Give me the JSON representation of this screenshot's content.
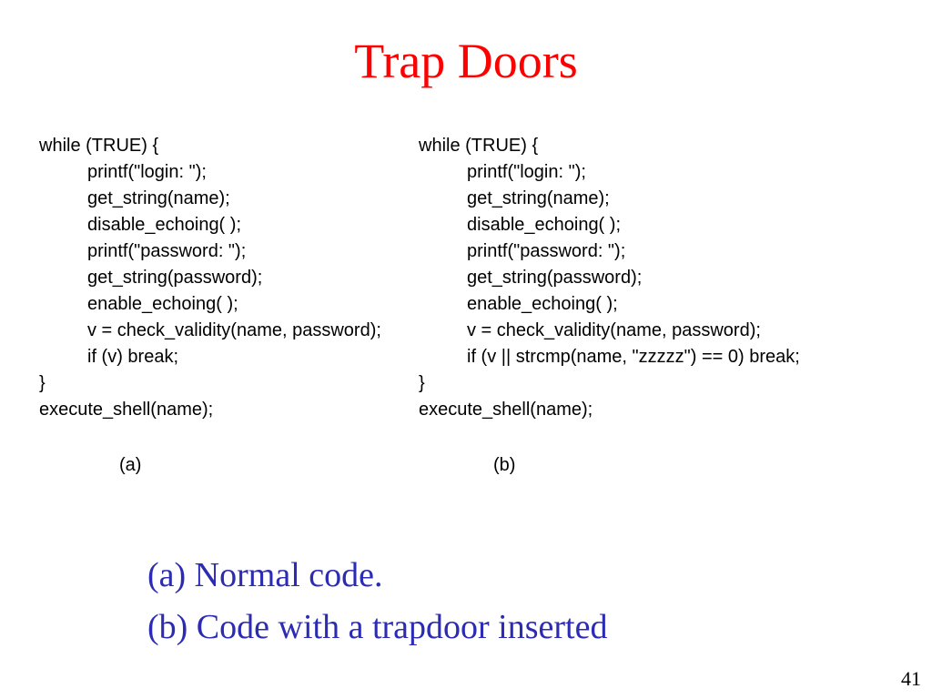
{
  "slide": {
    "title": "Trap Doors",
    "page_number": "41"
  },
  "code_a": {
    "label": "(a)",
    "lines": [
      {
        "text": "while (TRUE) {",
        "indent": false
      },
      {
        "text": "printf(\"login: \");",
        "indent": true
      },
      {
        "text": "get_string(name);",
        "indent": true
      },
      {
        "text": "disable_echoing( );",
        "indent": true
      },
      {
        "text": "printf(\"password: \");",
        "indent": true
      },
      {
        "text": "get_string(password);",
        "indent": true
      },
      {
        "text": "enable_echoing( );",
        "indent": true
      },
      {
        "text": "v = check_validity(name, password);",
        "indent": true
      },
      {
        "text": "if (v) break;",
        "indent": true
      },
      {
        "text": "}",
        "indent": false
      },
      {
        "text": "execute_shell(name);",
        "indent": false
      }
    ]
  },
  "code_b": {
    "label": "(b)",
    "lines": [
      {
        "text": "while (TRUE) {",
        "indent": false
      },
      {
        "text": "printf(\"login: \");",
        "indent": true
      },
      {
        "text": "get_string(name);",
        "indent": true
      },
      {
        "text": "disable_echoing( );",
        "indent": true
      },
      {
        "text": "printf(\"password: \");",
        "indent": true
      },
      {
        "text": "get_string(password);",
        "indent": true
      },
      {
        "text": "enable_echoing( );",
        "indent": true
      },
      {
        "text": "v = check_validity(name, password);",
        "indent": true
      },
      {
        "text": "if (v || strcmp(name, \"zzzzz\") == 0) break;",
        "indent": true
      },
      {
        "text": "}",
        "indent": false
      },
      {
        "text": "execute_shell(name);",
        "indent": false
      }
    ]
  },
  "description": {
    "line_a": "(a) Normal code.",
    "line_b": "(b) Code with a trapdoor inserted"
  },
  "colors": {
    "title": "#ff0000",
    "description": "#2b2bb3",
    "code": "#000000"
  }
}
